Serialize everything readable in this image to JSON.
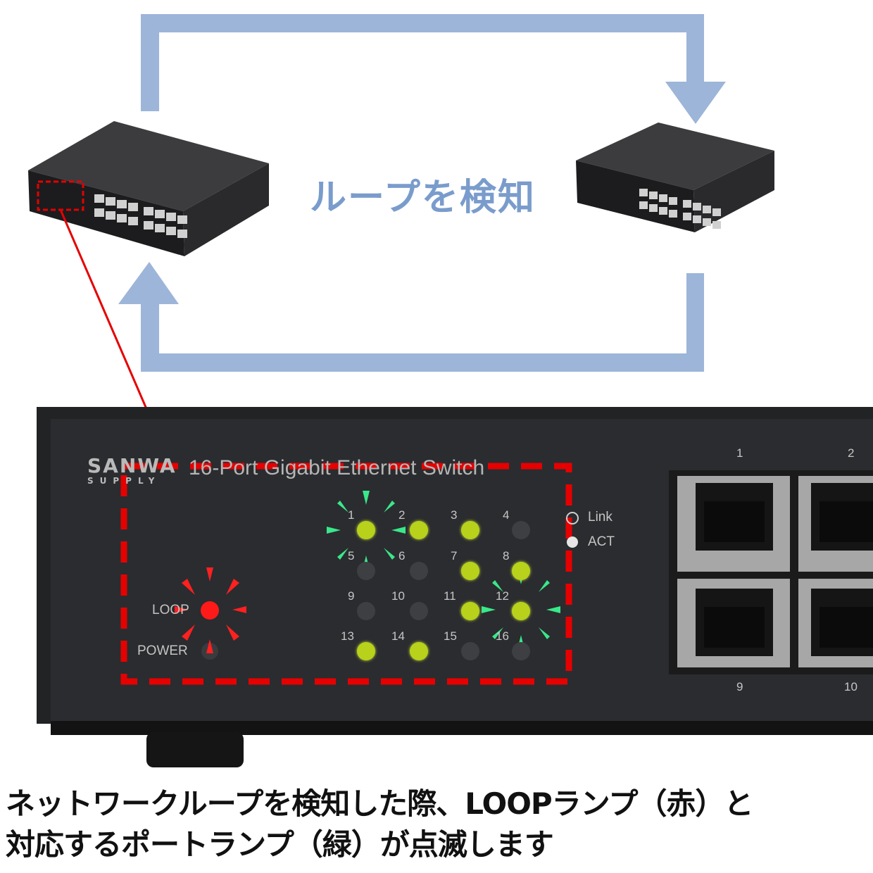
{
  "diagram": {
    "heading": "ループを検知",
    "caption_line1": "ネットワークループを検知した際、LOOPランプ（赤）と",
    "caption_line2": "対応するポートランプ（緑）が点滅します"
  },
  "switch_panel": {
    "brand_top": "SANWA",
    "brand_bottom": "SUPPLY",
    "model_text": "16-Port Gigabit Ethernet Switch",
    "loop_label": "LOOP",
    "power_label": "POWER",
    "legend_link": "Link",
    "legend_act": "ACT",
    "port_labels": [
      "1",
      "2",
      "3",
      "4",
      "5",
      "6",
      "7",
      "8",
      "9",
      "10",
      "11",
      "12",
      "13",
      "14",
      "15",
      "16"
    ],
    "rj45_labels": [
      "1",
      "2",
      "9",
      "10"
    ],
    "port_leds_lit": [
      1,
      2,
      3,
      7,
      8,
      11,
      12,
      13,
      14
    ],
    "port_leds_blinking": [
      1,
      12
    ],
    "colors": {
      "loop_lamp": "#ff0000",
      "port_lamp": "#b8d11a",
      "blink_marks": "#39e88a",
      "arrow": "#9db5d8",
      "dashed_box": "#e60000"
    }
  }
}
